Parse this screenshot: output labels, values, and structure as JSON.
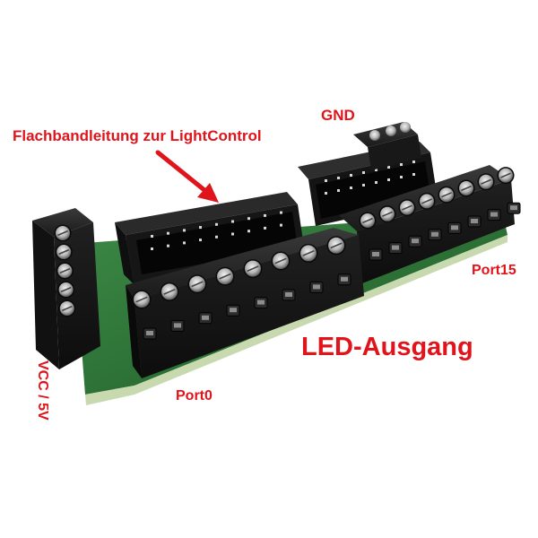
{
  "labels": {
    "ribbon_cable": "Flachbandleitung zur LightControl",
    "gnd": "GND",
    "port15": "Port15",
    "led_output": "LED-Ausgang",
    "port0": "Port0",
    "vcc": "VCC / 5V"
  },
  "colors": {
    "background": "#ffffff",
    "label_red": "#e0141b",
    "terminal_black": "#1c1c1c",
    "pcb_green": "#2f7a3a",
    "arrow_red": "#e0141b"
  }
}
